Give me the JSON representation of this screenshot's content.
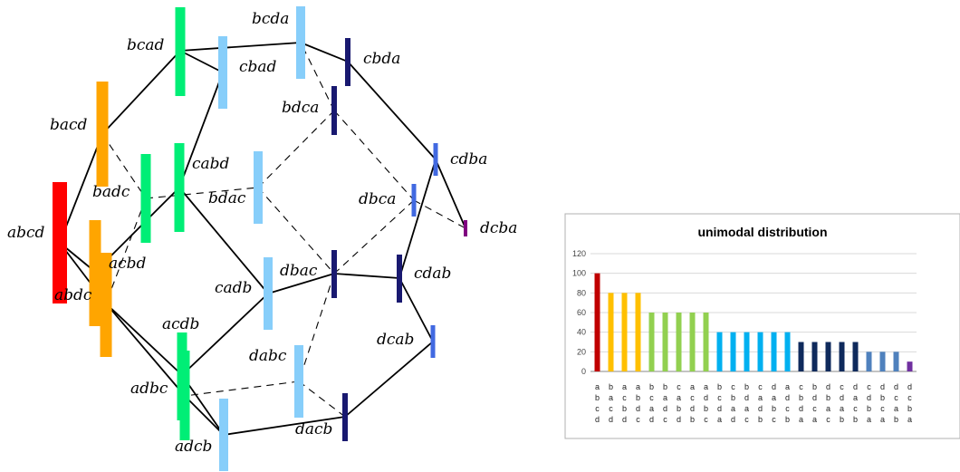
{
  "diagram": {
    "vertices": [
      {
        "label": "abcd",
        "value": 100,
        "color": "#ff0000"
      },
      {
        "label": "bacd",
        "value": 80,
        "color": "#ffa500"
      },
      {
        "label": "acbd",
        "value": 80,
        "color": "#ffa500"
      },
      {
        "label": "abdc",
        "value": 80,
        "color": "#ffa500"
      },
      {
        "label": "bcad",
        "value": 60,
        "color": "#00ee76"
      },
      {
        "label": "badc",
        "value": 60,
        "color": "#00ee76"
      },
      {
        "label": "cabd",
        "value": 60,
        "color": "#00ee76"
      },
      {
        "label": "acdb",
        "value": 60,
        "color": "#00ee76"
      },
      {
        "label": "adbc",
        "value": 60,
        "color": "#00ee76"
      },
      {
        "label": "bcda",
        "value": 40,
        "color": "#87cefa"
      },
      {
        "label": "cbad",
        "value": 40,
        "color": "#87cefa"
      },
      {
        "label": "bdac",
        "value": 40,
        "color": "#87cefa"
      },
      {
        "label": "cadb",
        "value": 40,
        "color": "#87cefa"
      },
      {
        "label": "dabc",
        "value": 40,
        "color": "#87cefa"
      },
      {
        "label": "adcb",
        "value": 40,
        "color": "#87cefa"
      },
      {
        "label": "cbda",
        "value": 20,
        "color": "#191970"
      },
      {
        "label": "bdca",
        "value": 20,
        "color": "#191970"
      },
      {
        "label": "dbac",
        "value": 20,
        "color": "#191970"
      },
      {
        "label": "cdab",
        "value": 20,
        "color": "#191970"
      },
      {
        "label": "dacb",
        "value": 20,
        "color": "#191970"
      },
      {
        "label": "cdba",
        "value": 10,
        "color": "#4169e1"
      },
      {
        "label": "dbca",
        "value": 10,
        "color": "#4169e1"
      },
      {
        "label": "dcab",
        "value": 10,
        "color": "#4169e1"
      },
      {
        "label": "dcba",
        "value": 2,
        "color": "#800080"
      }
    ],
    "edges_solid": [
      [
        "abcd",
        "bacd"
      ],
      [
        "abcd",
        "acbd"
      ],
      [
        "abcd",
        "abdc"
      ],
      [
        "bacd",
        "bcad"
      ],
      [
        "bcad",
        "bcda"
      ],
      [
        "bcad",
        "cbad"
      ],
      [
        "bcda",
        "cbda"
      ],
      [
        "cbda",
        "cdba"
      ],
      [
        "cdba",
        "dcba"
      ],
      [
        "cdba",
        "cdab"
      ],
      [
        "cdab",
        "dcab"
      ],
      [
        "cdab",
        "dbac"
      ],
      [
        "dbac",
        "cadb"
      ],
      [
        "cadb",
        "cabd"
      ],
      [
        "cabd",
        "acbd"
      ],
      [
        "cabd",
        "cbad"
      ],
      [
        "cadb",
        "acdb"
      ],
      [
        "acdb",
        "adcb"
      ],
      [
        "acdb",
        "abdc"
      ],
      [
        "abdc",
        "adbc"
      ],
      [
        "adcb",
        "dacb"
      ],
      [
        "dacb",
        "dcab"
      ],
      [
        "adbc",
        "adcb"
      ]
    ],
    "edges_dashed": [
      [
        "bacd",
        "badc"
      ],
      [
        "badc",
        "bdac"
      ],
      [
        "badc",
        "abdc"
      ],
      [
        "bdac",
        "bdca"
      ],
      [
        "bdca",
        "bcda"
      ],
      [
        "bdca",
        "dbca"
      ],
      [
        "dbca",
        "dcba"
      ],
      [
        "dbca",
        "dbac"
      ],
      [
        "bdac",
        "dbac"
      ],
      [
        "dbac",
        "dabc"
      ],
      [
        "dabc",
        "dacb"
      ],
      [
        "dabc",
        "adbc"
      ]
    ]
  },
  "chart_data": {
    "type": "bar",
    "title": "unimodal distribution",
    "ylim": [
      0,
      120
    ],
    "yticks": [
      0,
      20,
      40,
      60,
      80,
      100,
      120
    ],
    "categories": [
      "abcd",
      "bacd",
      "acbd",
      "abdc",
      "bcad",
      "badc",
      "cabd",
      "acdb",
      "adbc",
      "bcda",
      "cbad",
      "bdac",
      "cadb",
      "dabc",
      "adcb",
      "cbda",
      "bdca",
      "dbac",
      "cdab",
      "dacb",
      "cdba",
      "dbca",
      "dcab",
      "dcba"
    ],
    "values": [
      100,
      80,
      80,
      80,
      60,
      60,
      60,
      60,
      60,
      40,
      40,
      40,
      40,
      40,
      40,
      30,
      30,
      30,
      30,
      30,
      20,
      20,
      20,
      10
    ],
    "colors": [
      "#c00000",
      "#ffc000",
      "#ffc000",
      "#ffc000",
      "#92d050",
      "#92d050",
      "#92d050",
      "#92d050",
      "#92d050",
      "#00b0f0",
      "#00b0f0",
      "#00b0f0",
      "#00b0f0",
      "#00b0f0",
      "#00b0f0",
      "#0f2a5c",
      "#0f2a5c",
      "#0f2a5c",
      "#0f2a5c",
      "#0f2a5c",
      "#4f81bd",
      "#4f81bd",
      "#4f81bd",
      "#7030a0"
    ],
    "grid": true
  }
}
